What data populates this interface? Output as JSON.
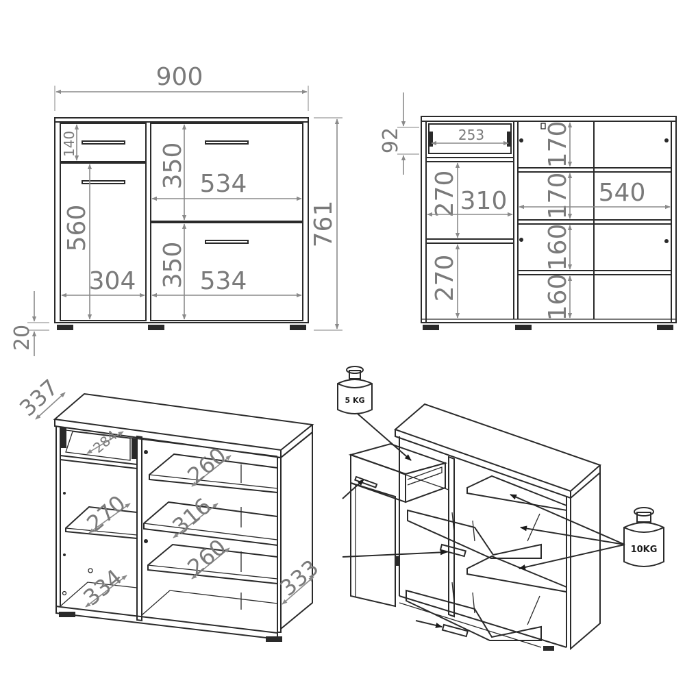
{
  "front_view": {
    "width": "900",
    "height": "761",
    "plinth": "20",
    "drawer_height": "140",
    "door_height": "560",
    "door_width": "304",
    "flap_height_top": "350",
    "flap_width_top": "534",
    "flap_height_bottom": "350",
    "flap_width_bottom": "534"
  },
  "open_view": {
    "drawer_height": "92",
    "drawer_width": "253",
    "left_shelf_height_top": "270",
    "left_inner_width": "310",
    "left_shelf_height_bottom": "270",
    "right_h1": "170",
    "right_h2": "170",
    "right_inner_width": "540",
    "right_h3": "160",
    "right_h4": "160"
  },
  "iso_view": {
    "depth": "337",
    "drawer_depth": "284",
    "shelf_depth_left": "270",
    "bottom_depth_left": "334",
    "shelf_depth_r1": "260",
    "shelf_depth_r2": "316",
    "shelf_depth_r3": "260",
    "side_depth": "333"
  },
  "load_view": {
    "drawer_load": "5 KG",
    "shelf_load": "10KG"
  }
}
